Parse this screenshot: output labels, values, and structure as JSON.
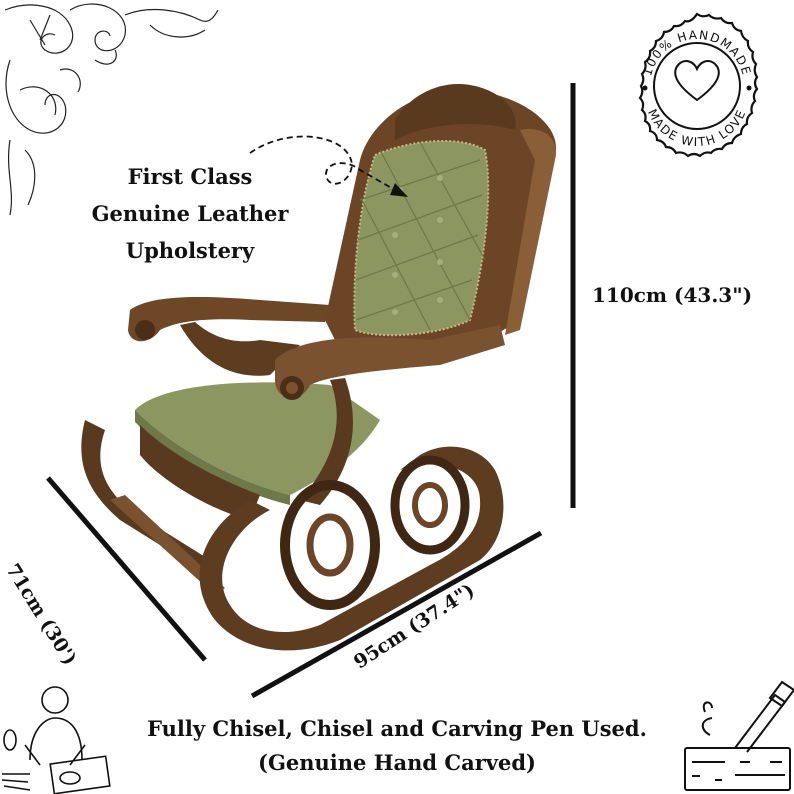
{
  "callout": {
    "lines": [
      "First Class",
      "Genuine Leather",
      "Upholstery"
    ]
  },
  "dimensions": {
    "height": "110cm (43.3\")",
    "depth": "71cm (30')",
    "width": "95cm (37.4\")"
  },
  "badge": {
    "top_text": "100% HANDMADE",
    "bottom_text": "MADE WITH LOVE",
    "center_icon": "heart-icon"
  },
  "caption": {
    "line1": "Fully Chisel, Chisel and Carving Pen Used.",
    "line2": "(Genuine Hand Carved)"
  },
  "icons": {
    "top_left": "floral-corner-ornament",
    "bottom_left": "woodcarver-illustration",
    "bottom_right": "chisel-wood-icon"
  },
  "colors": {
    "wood_dark": "#4a2e18",
    "wood_mid": "#7a5230",
    "wood_light": "#a67a4c",
    "leather": "#8c9660",
    "leather_dark": "#6e7848",
    "ink": "#111111"
  }
}
